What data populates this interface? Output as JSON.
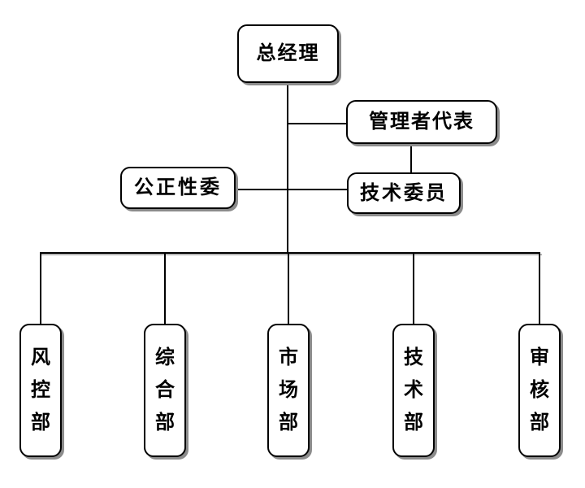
{
  "org_chart": {
    "nodes": {
      "general_manager": {
        "label": "总经理"
      },
      "management_representative": {
        "label": "管理者代表"
      },
      "impartiality_committee": {
        "label": "公正性委"
      },
      "technical_committee": {
        "label": "技术委员"
      },
      "departments": [
        {
          "label": "风控部"
        },
        {
          "label": "综合部"
        },
        {
          "label": "市场部"
        },
        {
          "label": "技术部"
        },
        {
          "label": "审核部"
        }
      ]
    },
    "edges": [
      "总经理 -> 管理者代表",
      "管理者代表 -> 技术委员",
      "公正性委 - 技术委员",
      "总经理 -> 风控部",
      "总经理 -> 综合部",
      "总经理 -> 市场部",
      "总经理 -> 技术部",
      "总经理 -> 审核部"
    ],
    "colors": {
      "background": "#ffffff",
      "box_fill": "#ffffff",
      "box_border": "#000000",
      "box_shadow": "#8c8c8c",
      "line": "#000000",
      "text": "#000000"
    }
  }
}
